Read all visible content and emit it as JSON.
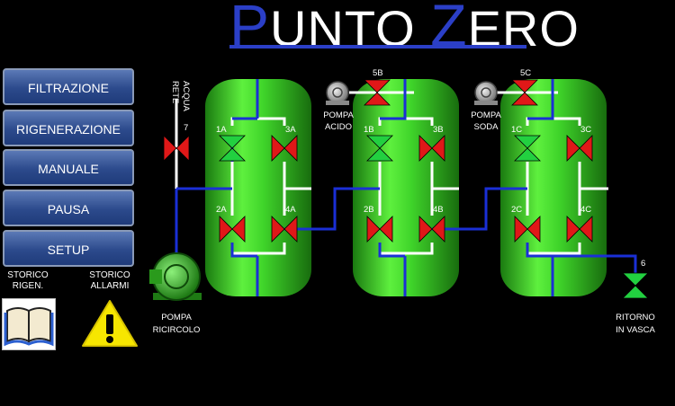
{
  "header": {
    "logo_word1_initial": "P",
    "logo_word1_rest": "UNTO",
    "logo_word2_initial": "Z",
    "logo_word2_rest": "ERO"
  },
  "menu": {
    "items": [
      {
        "label": "FILTRAZIONE"
      },
      {
        "label": "RIGENERAZIONE"
      },
      {
        "label": "MANUALE"
      },
      {
        "label": "PAUSA"
      },
      {
        "label": "SETUP"
      }
    ]
  },
  "shortcuts": {
    "storico_rigen_line1": "STORICO",
    "storico_rigen_line2": "RIGEN.",
    "storico_allarmi_line1": "STORICO",
    "storico_allarmi_line2": "ALLARMI",
    "book_icon": "book-icon",
    "alarm_icon": "warning-icon"
  },
  "process": {
    "acqua_rete_line1": "ACQUA",
    "acqua_rete_line2": "RETE",
    "valve_7": "7",
    "valve_6": "6",
    "valve_5b": "5B",
    "valve_5c": "5C",
    "pompa_acido_line1": "POMPA",
    "pompa_acido_line2": "ACIDO",
    "pompa_soda_line1": "POMPA",
    "pompa_soda_line2": "SODA",
    "pompa_ricircolo_line1": "POMPA",
    "pompa_ricircolo_line2": "RICIRCOLO",
    "ritorno_line1": "RITORNO",
    "ritorno_line2": "IN VASCA",
    "tanks": [
      {
        "v1": "1A",
        "v2": "2A",
        "v3": "3A",
        "v4": "4A"
      },
      {
        "v1": "1B",
        "v2": "2B",
        "v3": "3B",
        "v4": "4B"
      },
      {
        "v1": "1C",
        "v2": "2C",
        "v3": "3C",
        "v4": "4C"
      }
    ],
    "colors": {
      "valve_open": "#22d040",
      "valve_closed": "#e01818",
      "pipe_water": "#1a2fd6",
      "pipe_air": "#ffffff",
      "tank": "#3fd42a"
    }
  }
}
